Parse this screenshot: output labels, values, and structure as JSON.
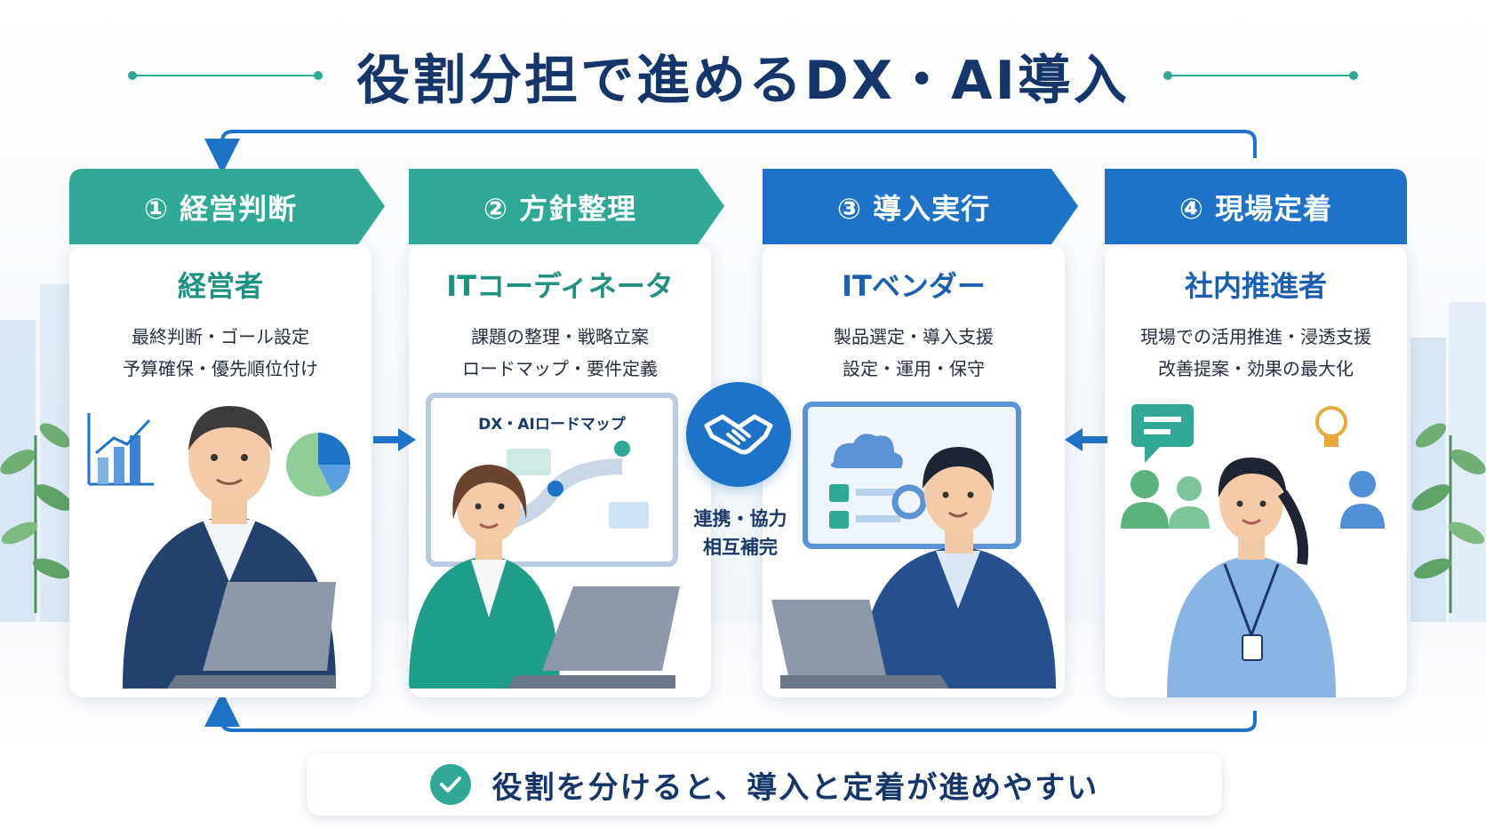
{
  "title": "役割分担で進めるDX・AI導入",
  "colors": {
    "teal": "#2fa895",
    "teal_dark": "#1e9180",
    "blue": "#1e73c8",
    "blue_dark": "#1b5fb3",
    "navy": "#16356b"
  },
  "panels": [
    {
      "step": "① 経営判断",
      "role": "経営者",
      "desc1": "最終判断・ゴール設定",
      "desc2": "予算確保・優先順位付け",
      "color": "#2fa895",
      "role_color": "#1e9180"
    },
    {
      "step": "② 方針整理",
      "role": "ITコーディネータ",
      "desc1": "課題の整理・戦略立案",
      "desc2": "ロードマップ・要件定義",
      "board_title": "DX・AIロードマップ",
      "color": "#2fa895",
      "role_color": "#1e9180"
    },
    {
      "step": "③ 導入実行",
      "role": "ITベンダー",
      "desc1": "製品選定・導入支援",
      "desc2": "設定・運用・保守",
      "color": "#1e73c8",
      "role_color": "#1b5fb3"
    },
    {
      "step": "④ 現場定着",
      "role": "社内推進者",
      "desc1": "現場での活用推進・浸透支援",
      "desc2": "改善提案・効果の最大化",
      "color": "#1e73c8",
      "role_color": "#1b5fb3"
    }
  ],
  "center": {
    "icon": "handshake-icon",
    "line1": "連携・協力",
    "line2": "相互補完"
  },
  "bottom": {
    "icon": "check-icon",
    "text": "役割を分けると、導入と定着が進めやすい"
  }
}
